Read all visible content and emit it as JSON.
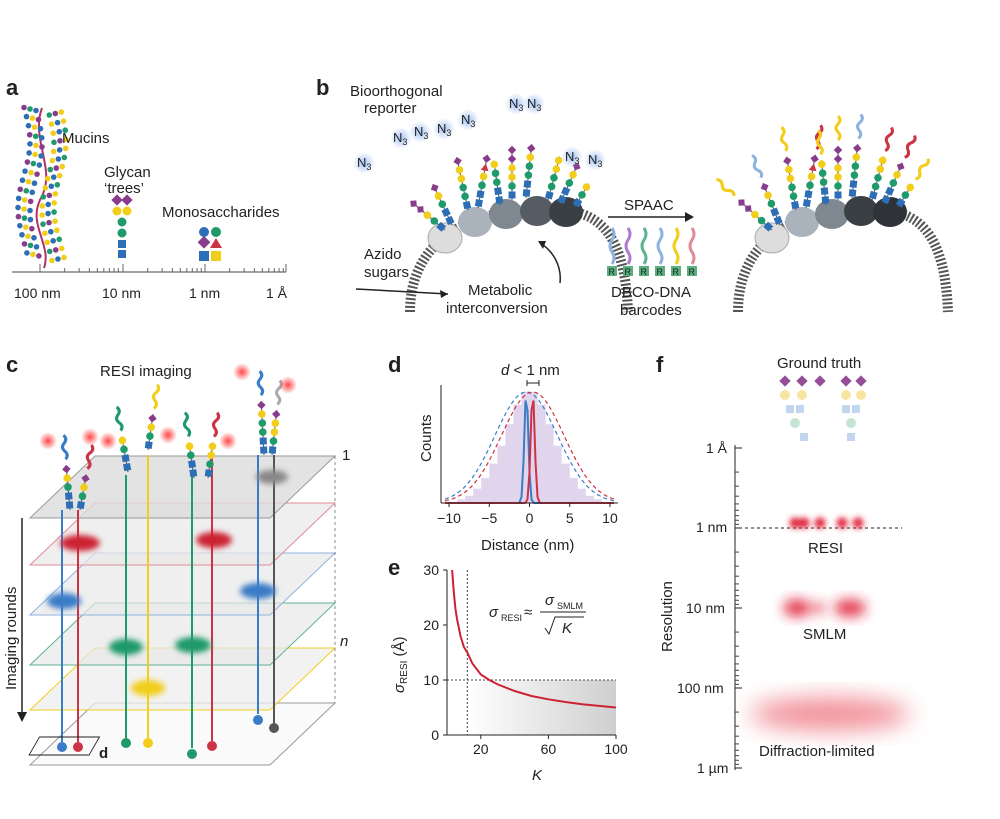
{
  "panel_labels": {
    "a": "a",
    "b": "b",
    "c": "c",
    "d": "d",
    "e": "e",
    "f": "f"
  },
  "panel_a": {
    "mucins": "Mucins",
    "glycan_trees_1": "Glycan",
    "glycan_trees_2": "‘trees’",
    "monosaccharides": "Monosaccharides",
    "scale_100nm": "100 nm",
    "scale_10nm": "10 nm",
    "scale_1nm": "1 nm",
    "scale_1A": "1 Å"
  },
  "panel_b": {
    "reporter_1": "Bioorthogonal",
    "reporter_2": "reporter",
    "azido_1": "Azido",
    "azido_2": "sugars",
    "metabolic_1": "Metabolic",
    "metabolic_2": "interconversion",
    "spaac": "SPAAC",
    "dbco_1": "DBCO-DNA",
    "dbco_2": "barcodes",
    "n3": "N",
    "n3_sub": "3",
    "r": "R"
  },
  "panel_c": {
    "title": "RESI imaging",
    "rounds": "Imaging rounds",
    "layer_first": "1",
    "layer_last": "n",
    "inset_label": "d"
  },
  "panel_d": {
    "annotation_d": "d",
    "annotation_rest": " < 1 nm",
    "ylabel": "Counts",
    "xlabel": "Distance (nm)",
    "xticks": [
      "−10",
      "−5",
      "0",
      "5",
      "10"
    ]
  },
  "panel_e": {
    "ylabel_main": "σ",
    "ylabel_sub": "RESI",
    "ylabel_unit": " (Å)",
    "xlabel": "K",
    "xticks": [
      "20",
      "60",
      "100"
    ],
    "yticks": [
      "0",
      "10",
      "20",
      "30"
    ],
    "eq_lhs": "σ",
    "eq_lhs_sub": "RESI",
    "eq_approx": "≈",
    "eq_num": "σ",
    "eq_num_sub": "SMLM",
    "eq_den": "K"
  },
  "panel_f": {
    "ground_truth": "Ground truth",
    "ylabel": "Resolution",
    "ticks": [
      "1 Å",
      "1 nm",
      "10 nm",
      "100 nm",
      "1 µm"
    ],
    "resi": "RESI",
    "smlm": "SMLM",
    "diffraction": "Diffraction-limited"
  },
  "colors": {
    "blue": "#3a7cc7",
    "red": "#cc3344",
    "green": "#1f9a6a",
    "yellow": "#f2cd1a",
    "purple": "#8a3c8c",
    "gray": "#777777"
  },
  "chart_data": [
    {
      "type": "bar",
      "title": "",
      "xlabel": "Distance (nm)",
      "ylabel": "Counts",
      "xlim": [
        -11,
        11
      ],
      "series": [
        {
          "name": "",
          "x": [
            -8.5,
            -7.5,
            -6.5,
            -5.5,
            -4.5,
            -3.5,
            -2.5,
            -1.5,
            -0.5,
            0.5,
            1.5,
            2.5,
            3.5,
            4.5,
            5.5,
            6.5,
            7.5,
            8.5
          ],
          "values": [
            2,
            4,
            8,
            14,
            22,
            32,
            44,
            55,
            62,
            62,
            55,
            44,
            32,
            22,
            14,
            8,
            4,
            2
          ]
        }
      ]
    },
    {
      "type": "line",
      "title": "",
      "xlabel": "K",
      "ylabel": "σRESI (Å)",
      "xlim": [
        0,
        100
      ],
      "ylim": [
        0,
        30
      ],
      "series": [
        {
          "name": "",
          "x": [
            3,
            4,
            5,
            6,
            8,
            10,
            12,
            15,
            20,
            25,
            30,
            40,
            50,
            60,
            70,
            80,
            90,
            100
          ],
          "values": [
            30,
            26,
            23,
            21,
            18,
            16,
            15,
            13,
            11,
            10,
            9.2,
            8,
            7.1,
            6.5,
            6,
            5.6,
            5.3,
            5
          ]
        }
      ]
    }
  ]
}
